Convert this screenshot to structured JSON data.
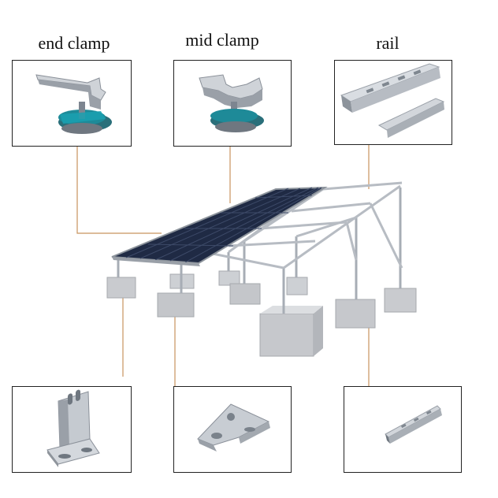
{
  "labels": {
    "end_clamp": "end clamp",
    "mid_clamp": "mid clamp",
    "rail": "rail"
  },
  "colors": {
    "leader_line": "#c8935e",
    "frame_steel": "#b7bcc3",
    "panel": "#1f2a44",
    "concrete": "#c9cbcf",
    "clamp_base": "#1e8a98"
  }
}
